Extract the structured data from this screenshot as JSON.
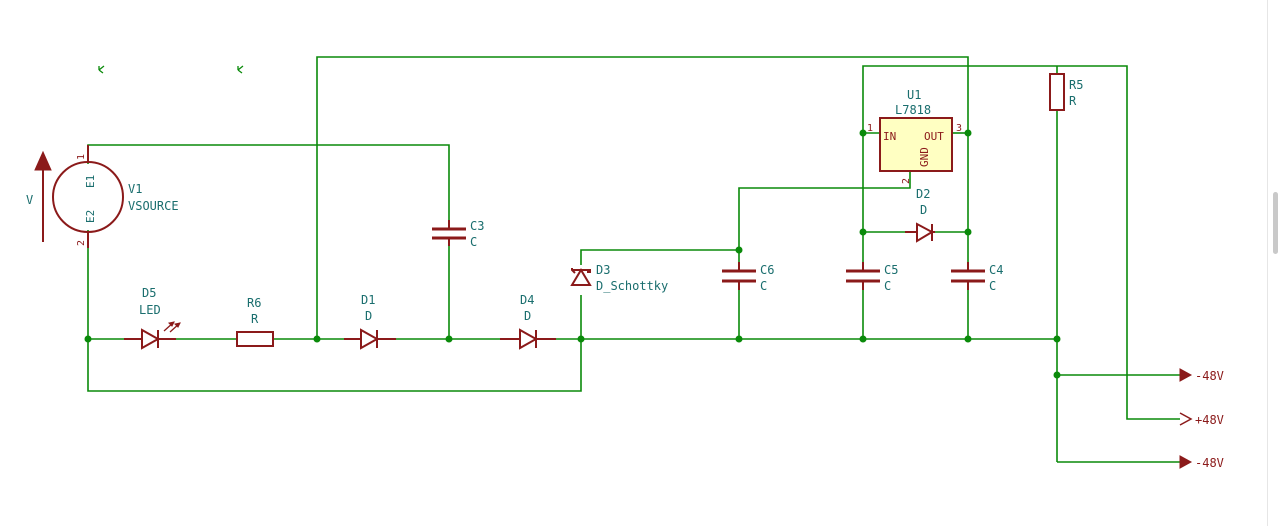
{
  "components": {
    "V1": {
      "ref": "V1",
      "value": "VSOURCE",
      "arrow_label": "V",
      "pin_top": "E1",
      "pin_bottom": "E2",
      "pin_num_top": "1",
      "pin_num_bottom": "2"
    },
    "C3": {
      "ref": "C3",
      "value": "C"
    },
    "D5": {
      "ref": "D5",
      "value": "LED"
    },
    "R6": {
      "ref": "R6",
      "value": "R"
    },
    "D1": {
      "ref": "D1",
      "value": "D"
    },
    "D4": {
      "ref": "D4",
      "value": "D"
    },
    "D3": {
      "ref": "D3",
      "value": "D_Schottky"
    },
    "C6": {
      "ref": "C6",
      "value": "C"
    },
    "U1": {
      "ref": "U1",
      "value": "L7818",
      "pin_in": "IN",
      "pin_out": "OUT",
      "pin_gnd": "GND",
      "pin_num_in": "1",
      "pin_num_out": "3",
      "pin_num_gnd": "2"
    },
    "D2": {
      "ref": "D2",
      "value": "D"
    },
    "C5": {
      "ref": "C5",
      "value": "C"
    },
    "C4": {
      "ref": "C4",
      "value": "C"
    },
    "R5": {
      "ref": "R5",
      "value": "R"
    }
  },
  "ports": [
    {
      "label": "-48V"
    },
    {
      "label": "+48V"
    },
    {
      "label": "-48V"
    }
  ],
  "colors": {
    "wire": "#0a8a0a",
    "component": "#8b1a1a",
    "text": "#1a6e6e",
    "ic_fill": "#ffffc2"
  }
}
